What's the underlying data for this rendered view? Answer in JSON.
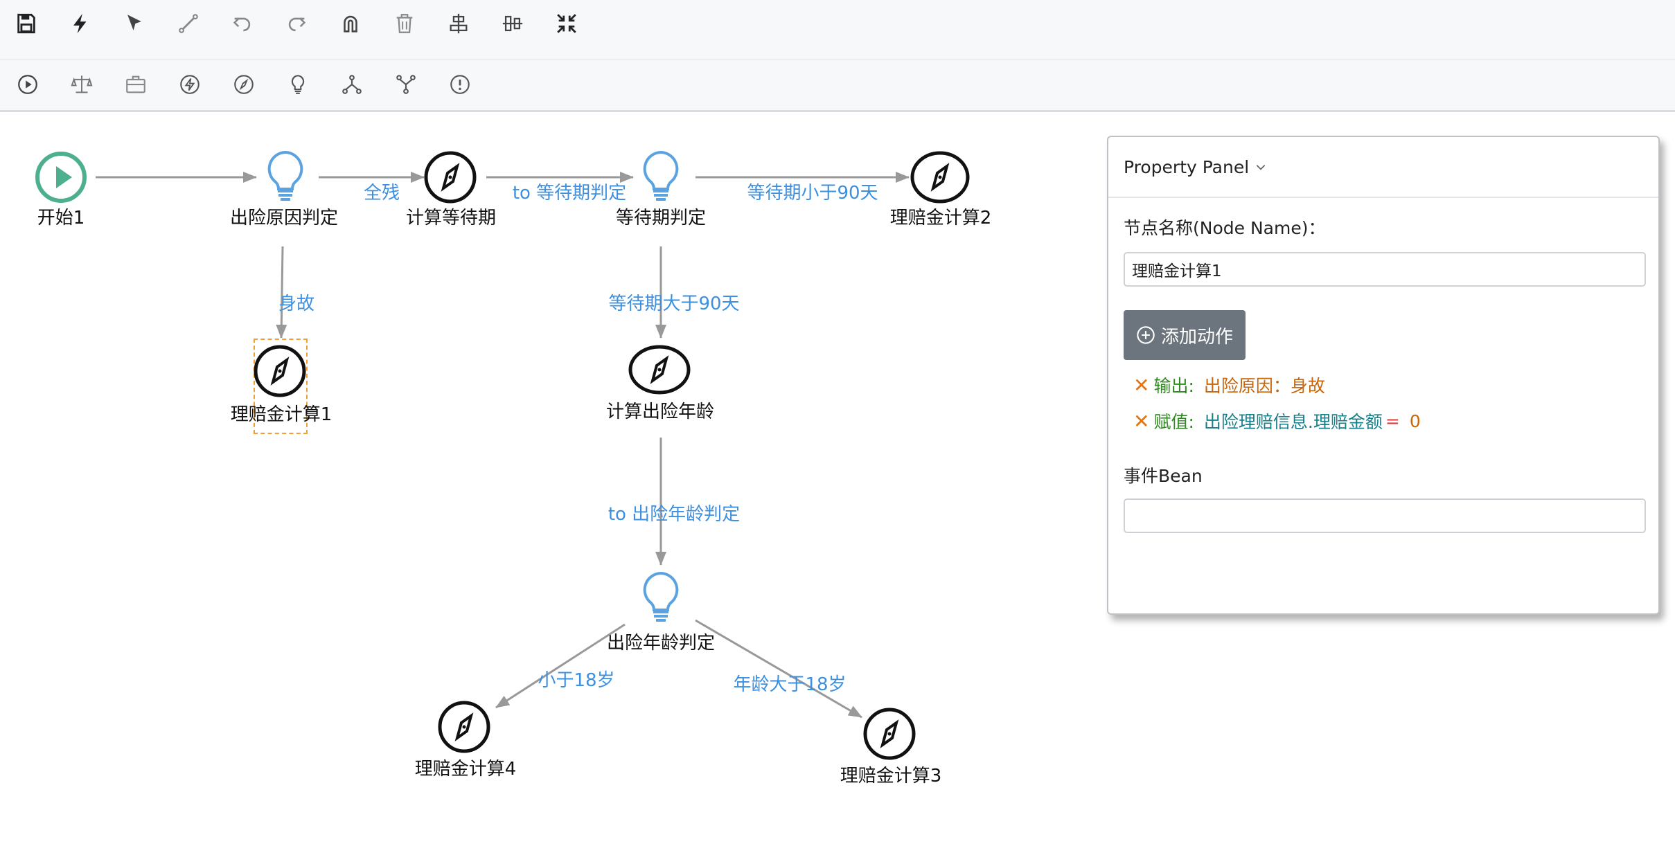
{
  "toolbar": {
    "row1": [
      {
        "name": "save-icon",
        "icon": "floppy-disk"
      },
      {
        "name": "bolt-icon",
        "icon": "lightning-filled"
      },
      {
        "name": "pointer-icon",
        "icon": "cursor-arrow"
      },
      {
        "name": "connector-icon",
        "icon": "line-connector"
      },
      {
        "name": "undo-icon",
        "icon": "undo"
      },
      {
        "name": "redo-icon",
        "icon": "redo"
      },
      {
        "name": "magnet-icon",
        "icon": "magnet"
      },
      {
        "name": "trash-icon",
        "icon": "trash"
      },
      {
        "name": "align-center-icon",
        "icon": "align-horizontal-center"
      },
      {
        "name": "align-middle-icon",
        "icon": "align-vertical-center"
      },
      {
        "name": "compress-icon",
        "icon": "compress-arrows"
      }
    ],
    "row2": [
      {
        "name": "start-node-icon",
        "icon": "play-circle"
      },
      {
        "name": "scale-icon",
        "icon": "balance-scale"
      },
      {
        "name": "briefcase-icon",
        "icon": "briefcase"
      },
      {
        "name": "action-node-icon",
        "icon": "lightning-circle"
      },
      {
        "name": "script-node-icon",
        "icon": "compass"
      },
      {
        "name": "decision-node-icon",
        "icon": "lightbulb"
      },
      {
        "name": "fork-icon",
        "icon": "fork"
      },
      {
        "name": "join-icon",
        "icon": "join"
      },
      {
        "name": "end-node-icon",
        "icon": "exclamation-circle"
      }
    ]
  },
  "colors": {
    "start": "#4caf8d",
    "decision": "#5aa3e0",
    "edge": "#999999",
    "edge_label": "#3d8fe0",
    "selection": "#f0a030"
  },
  "nodes": {
    "start1": "开始1",
    "cause_decision": "出险原因判定",
    "calc_wait": "计算等待期",
    "wait_decision": "等待期判定",
    "claim2": "理赔金计算2",
    "claim1": "理赔金计算1",
    "calc_age": "计算出险年龄",
    "age_decision": "出险年龄判定",
    "claim4": "理赔金计算4",
    "claim3": "理赔金计算3"
  },
  "edges": {
    "quan_can": "全残",
    "to_wait_decision": "to 等待期判定",
    "wait_lt_90": "等待期小于90天",
    "shen_gu": "身故",
    "wait_gt_90": "等待期大于90天",
    "to_age_decision": "to 出险年龄判定",
    "lt_18": "小于18岁",
    "gt_18": "年龄大于18岁"
  },
  "panel": {
    "title": "Property Panel",
    "node_name_label": "节点名称(Node Name)：",
    "node_name_value": "理赔金计算1",
    "add_action_label": "添加动作",
    "actions": [
      {
        "type": "输出:",
        "value": "出险原因：身故"
      },
      {
        "type": "赋值:",
        "target": "出险理赔信息.理赔金额",
        "op": "=",
        "value": "0"
      }
    ],
    "event_bean_label": "事件Bean",
    "event_bean_value": ""
  }
}
